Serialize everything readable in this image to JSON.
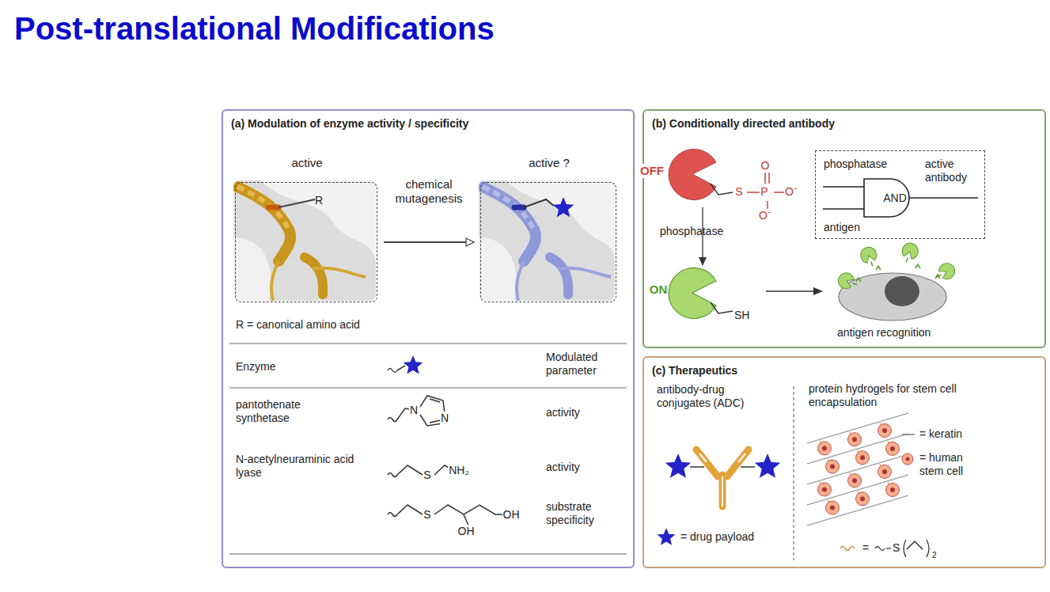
{
  "diagram": {
    "title": "Post-translational Modifications",
    "nodes": [
      {
        "text": [
          "(a) Modulation of enzyme activity / specificity"
        ]
      },
      {
        "text": [
          "active",
          "R"
        ],
        "in": 0
      },
      {
        "text": [
          "active ?"
        ],
        "in": 0
      },
      {
        "text": [
          "(b) Conditionally directed antibody"
        ]
      },
      {
        "text": [
          "phosphatase",
          "active antibody",
          "AND",
          "antigen"
        ],
        "in": 3
      },
      {
        "text": [
          "(c) Therapeutics"
        ]
      }
    ],
    "edges": [
      {
        "from": 1,
        "to": 2,
        "arrow": "to",
        "label": "chemical mutagenesis"
      }
    ],
    "labels": [
      "R = canonical amino acid",
      "Enzyme",
      "Modulated parameter",
      "pantothenate synthetase",
      "N",
      "N",
      "activity",
      "N-acetylneuraminic acid lyase",
      "S",
      "NH₂",
      "activity",
      "S",
      "OH",
      "OH",
      "substrate specificity",
      "OFF",
      "S",
      "P",
      "O⁻",
      "O",
      "O⁻",
      "phosphatase",
      "ON",
      "SH",
      "antigen recognition",
      "antibody-drug conjugates (ADC)",
      "= drug payload",
      "protein hydrogels for stem cell encapsulation",
      "= keratin",
      "= human stem cell",
      "=",
      "S",
      "2"
    ]
  }
}
